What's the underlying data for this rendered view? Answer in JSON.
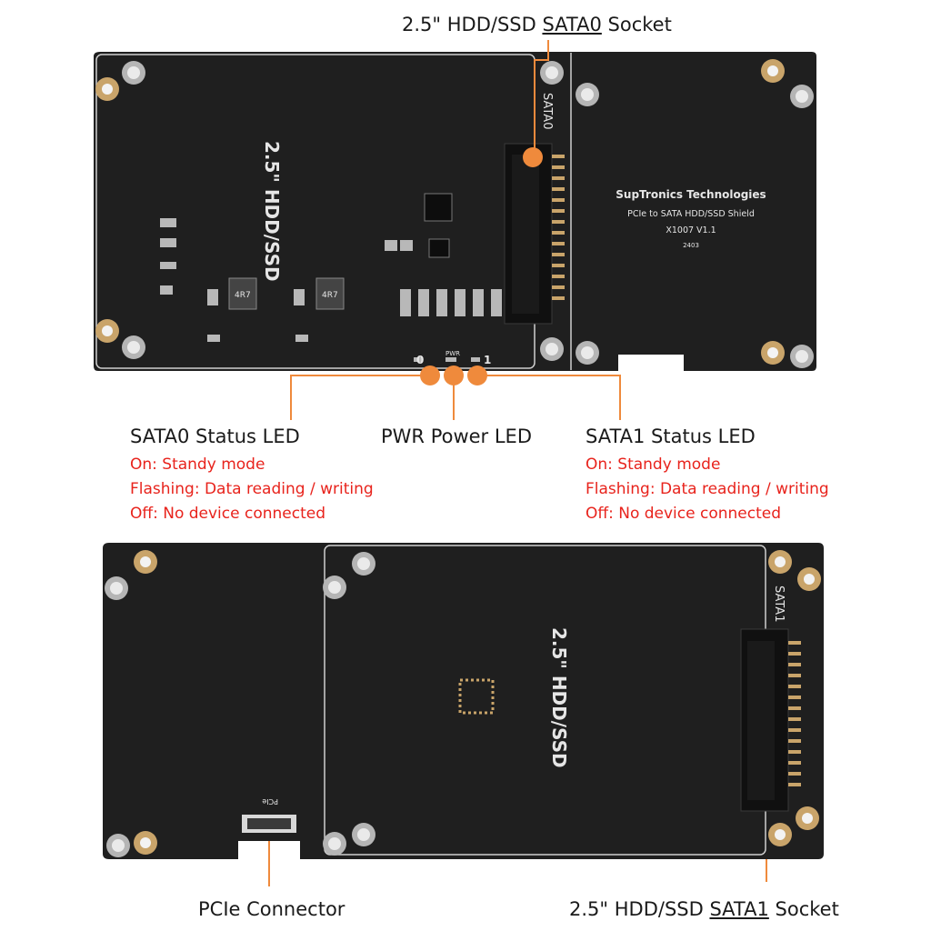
{
  "colors": {
    "callout": "#ef8a3c",
    "note_text": "#e8231c",
    "board": "#1f1f1f",
    "pad": "#c9a46a"
  },
  "top_label": {
    "prefix": "2.5\" HDD/SSD ",
    "socket": "SATA0",
    "suffix": " Socket"
  },
  "top_board": {
    "silk_left": "2.5\" HDD/SSD",
    "connector_label": "SATA0",
    "brand": "SupTronics Technologies",
    "product": "PCIe to SATA HDD/SSD Shield",
    "model": "X1007 V1.1",
    "date_code": "2403",
    "inductor_mark": "4R7",
    "led_labels": {
      "left": "0",
      "middle": "PWR",
      "right": "1"
    }
  },
  "led_callouts": [
    {
      "title": "SATA0 Status LED",
      "notes": [
        "On: Standy mode",
        "Flashing: Data reading / writing",
        "Off: No device connected"
      ]
    },
    {
      "title": "PWR Power LED",
      "notes": []
    },
    {
      "title": "SATA1 Status LED",
      "notes": [
        "On: Standy mode",
        "Flashing: Data reading / writing",
        "Off: No device connected"
      ]
    }
  ],
  "bottom_board": {
    "silk_center": "2.5\" HDD/SSD",
    "connector_label": "SATA1",
    "pcie_label": "PCIe"
  },
  "bottom_labels": {
    "pcie": "PCIe Connector",
    "sata1": {
      "prefix": "2.5\" HDD/SSD ",
      "socket": "SATA1",
      "suffix": " Socket"
    }
  }
}
